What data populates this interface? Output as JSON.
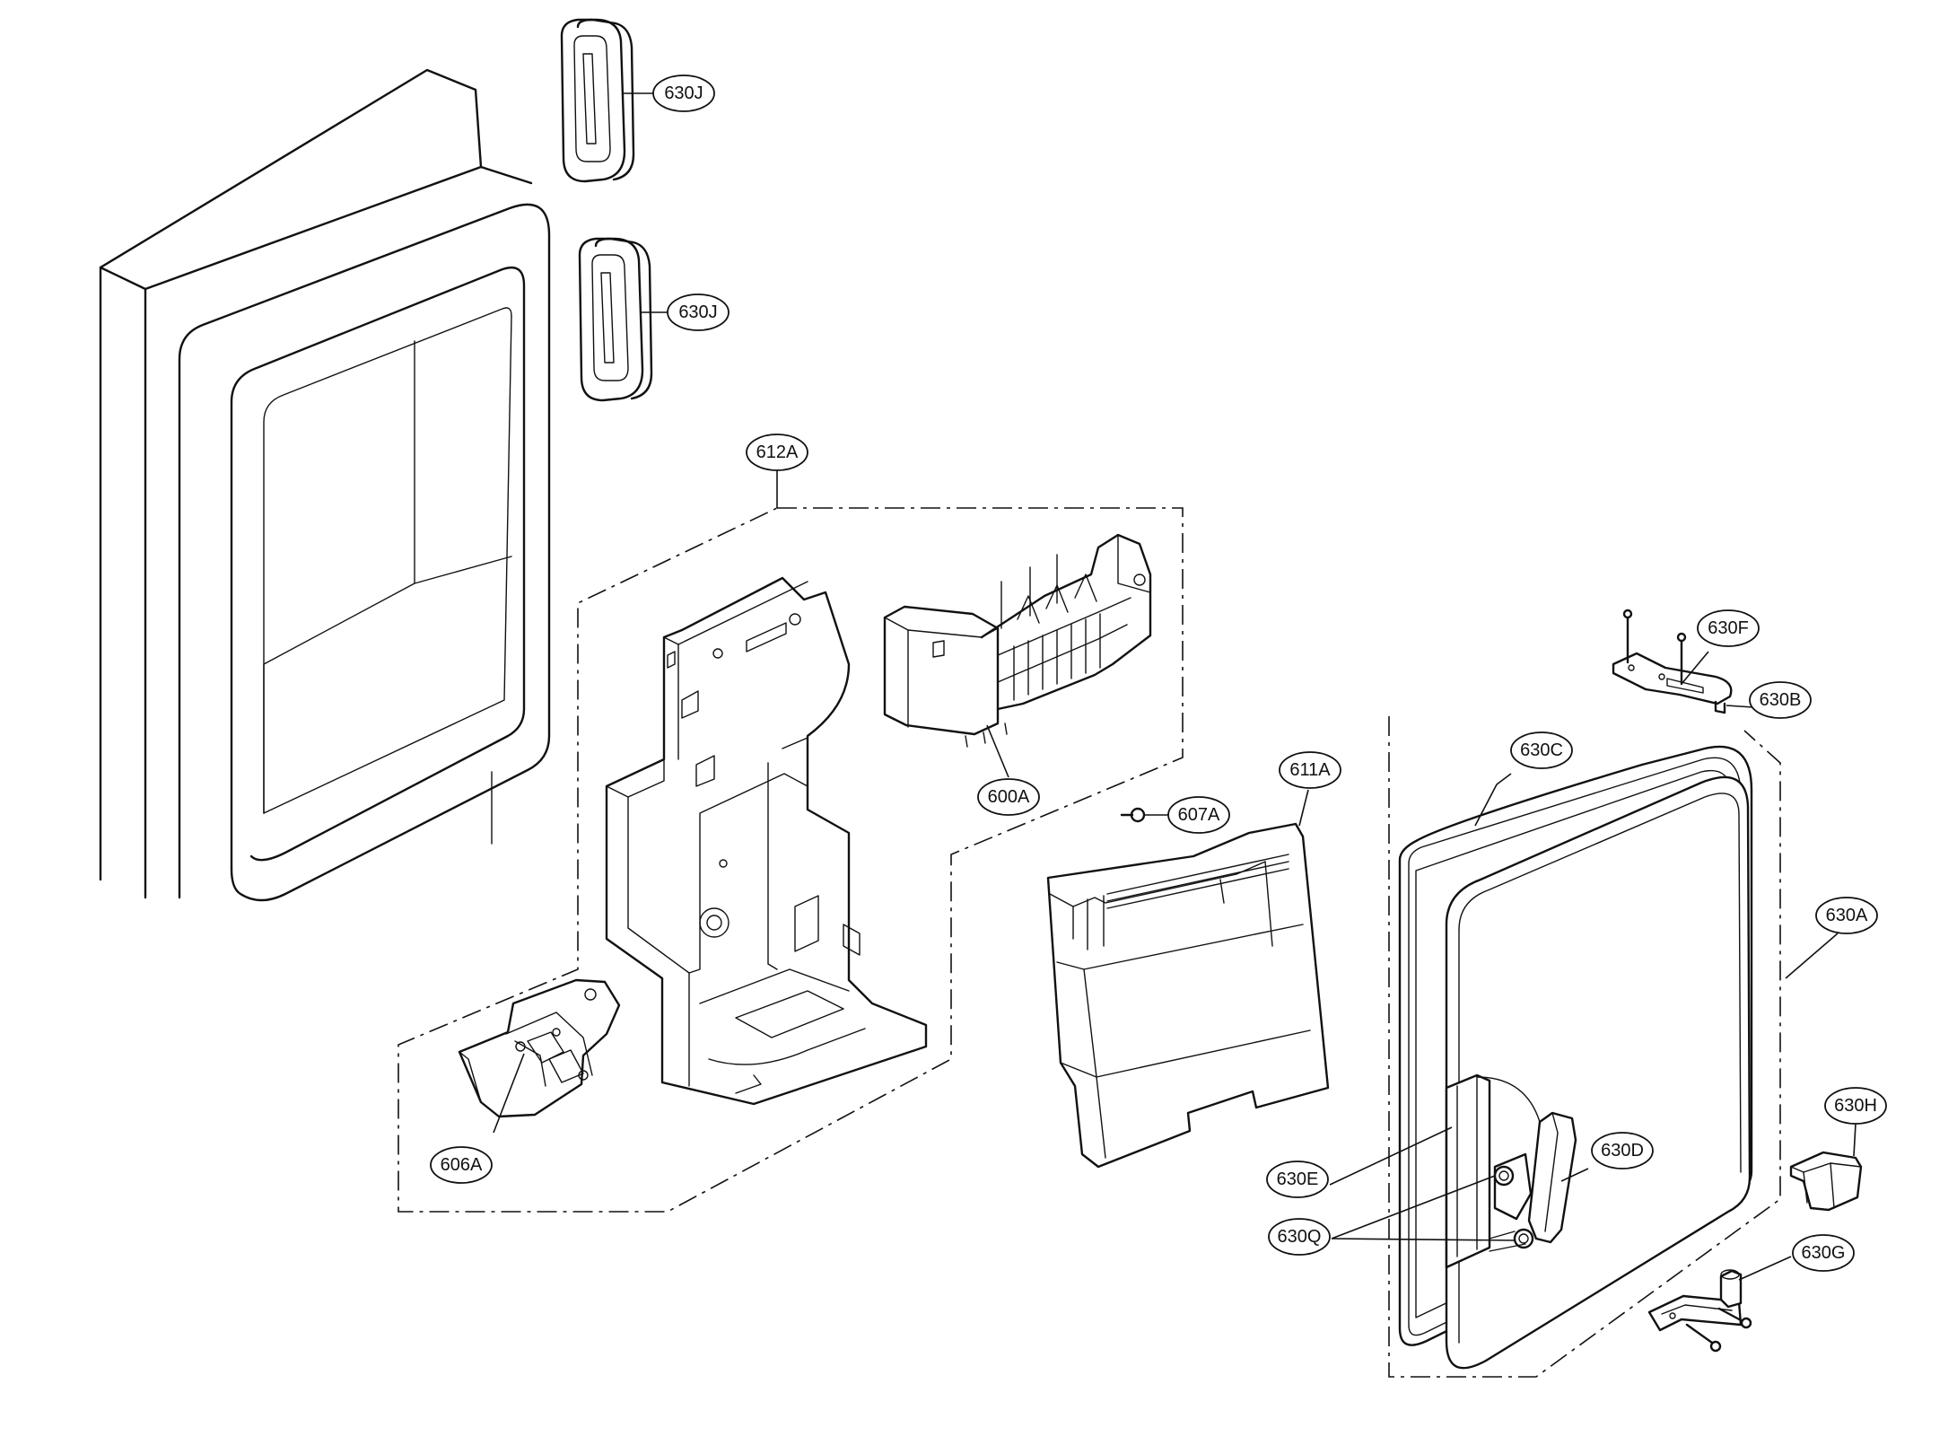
{
  "labels": {
    "p630J_a": "630J",
    "p630J_b": "630J",
    "p612A": "612A",
    "p600A": "600A",
    "p607A": "607A",
    "p611A": "611A",
    "p606A": "606A",
    "p630F": "630F",
    "p630B": "630B",
    "p630C": "630C",
    "p630A": "630A",
    "p630H": "630H",
    "p630D": "630D",
    "p630E": "630E",
    "p630Q": "630Q",
    "p630G": "630G"
  }
}
